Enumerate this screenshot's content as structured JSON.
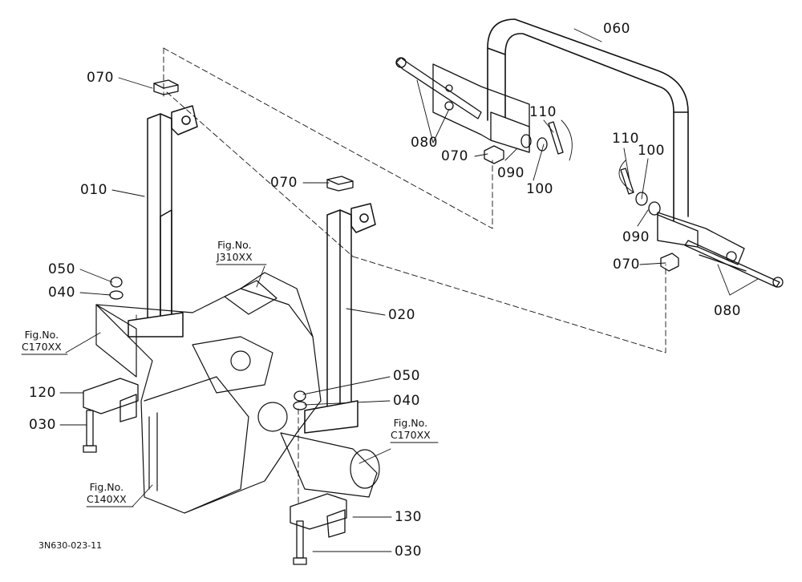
{
  "diagram_code": "3N630-023-11",
  "part_labels": {
    "p010": "010",
    "p020": "020",
    "p030_left": "030",
    "p030_bottom": "030",
    "p040_left": "040",
    "p040_right": "040",
    "p050_left": "050",
    "p050_right": "050",
    "p060": "060",
    "p070_top_left": "070",
    "p070_mid": "070",
    "p070_bracket_left": "070",
    "p070_bracket_right": "070",
    "p080_left": "080",
    "p080_right": "080",
    "p090_left": "090",
    "p090_right": "090",
    "p100_left": "100",
    "p100_right": "100",
    "p110_left": "110",
    "p110_right": "110",
    "p120": "120",
    "p130": "130"
  },
  "figure_refs": {
    "ref_j310": {
      "line1": "Fig.No.",
      "line2": "J310XX"
    },
    "ref_c170_left": {
      "line1": "Fig.No.",
      "line2": "C170XX"
    },
    "ref_c170_right": {
      "line1": "Fig.No.",
      "line2": "C170XX"
    },
    "ref_c140": {
      "line1": "Fig.No.",
      "line2": "C140XX"
    }
  }
}
